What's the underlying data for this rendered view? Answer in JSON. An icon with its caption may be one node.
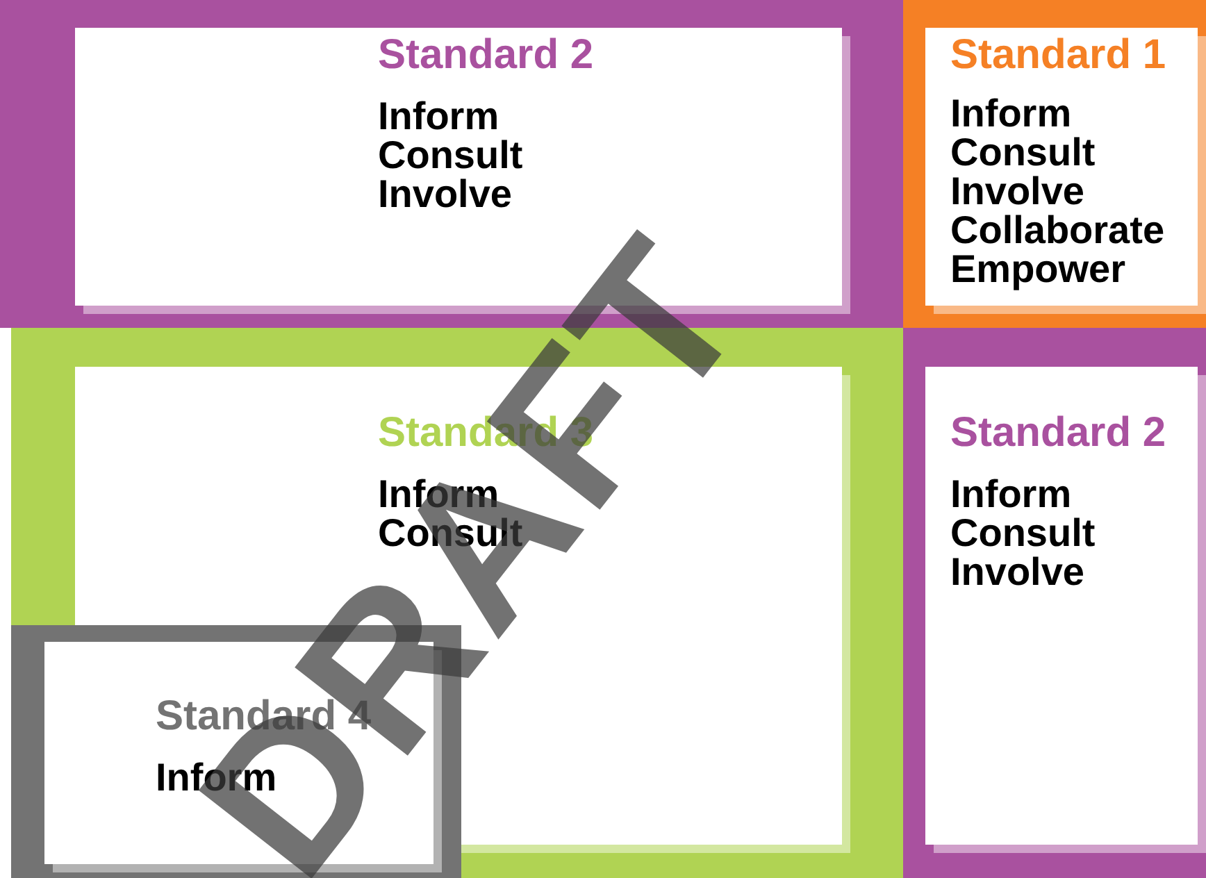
{
  "diagram": {
    "nodes": [
      {
        "text": [
          "Standard 2",
          "Inform Consult Involve"
        ]
      },
      {
        "text": [
          "Standard 1",
          "Inform Consult Involve Collaborate Empower"
        ]
      },
      {
        "text": [
          "Standard 3",
          "Inform Consult"
        ]
      },
      {
        "text": [
          "Standard 2",
          "Inform Consult Involve"
        ]
      },
      {
        "text": [
          "Standard 4",
          "Inform"
        ],
        "in": 2
      }
    ],
    "edges": [],
    "labels": [
      "DRAFT"
    ]
  }
}
